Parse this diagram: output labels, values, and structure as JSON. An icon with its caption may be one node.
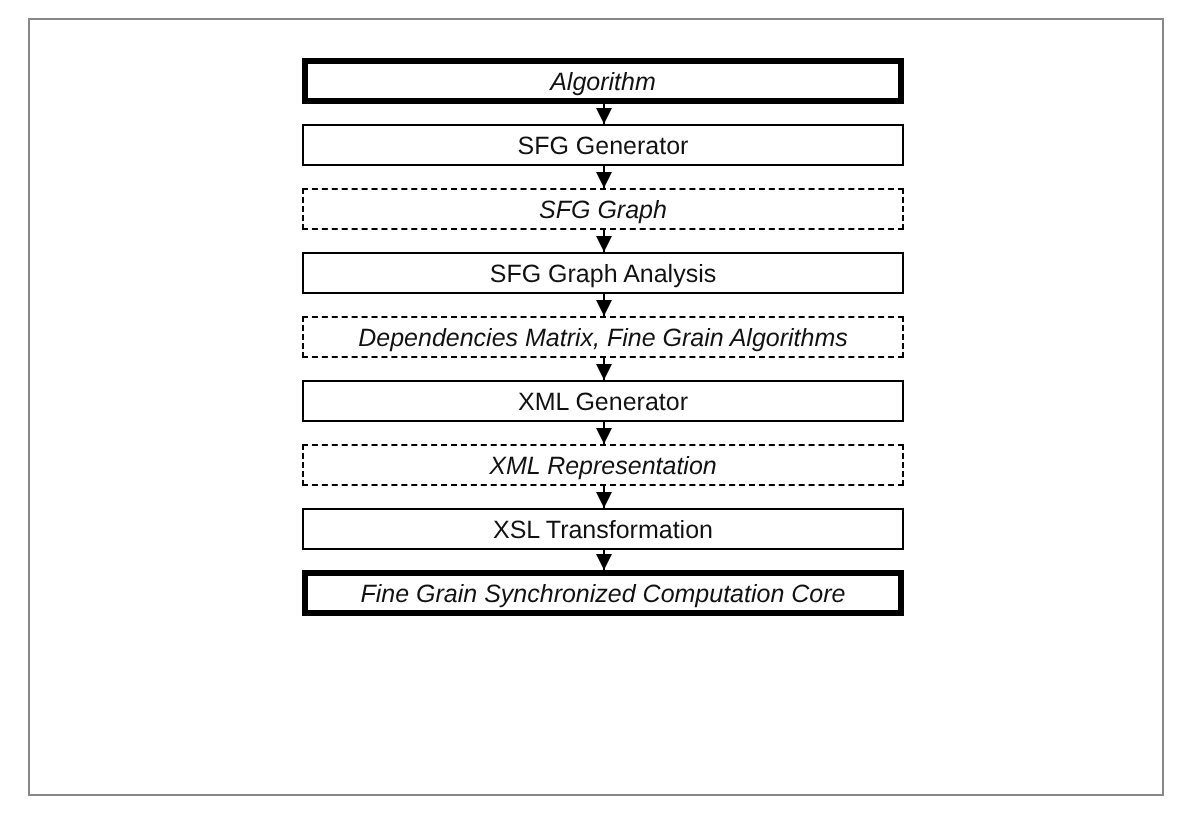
{
  "diagram": {
    "nodes": [
      {
        "text": [
          "Algorithm"
        ]
      },
      {
        "text": [
          "SFG Generator"
        ]
      },
      {
        "text": [
          "SFG Graph"
        ]
      },
      {
        "text": [
          "SFG Graph Analysis"
        ]
      },
      {
        "text": [
          "Dependencies Matrix, Fine Grain Algorithms"
        ]
      },
      {
        "text": [
          "XML Generator"
        ]
      },
      {
        "text": [
          "XML Representation"
        ]
      },
      {
        "text": [
          "XSL Transformation"
        ]
      },
      {
        "text": [
          "Fine Grain Synchronized Computation Core"
        ]
      }
    ],
    "edges": [
      {
        "from": 0,
        "to": 1,
        "arrow": "to"
      },
      {
        "from": 1,
        "to": 2,
        "arrow": "to"
      },
      {
        "from": 2,
        "to": 3,
        "arrow": "to"
      },
      {
        "from": 3,
        "to": 4,
        "arrow": "to"
      },
      {
        "from": 4,
        "to": 5,
        "arrow": "to"
      },
      {
        "from": 5,
        "to": 6,
        "arrow": "to"
      },
      {
        "from": 6,
        "to": 7,
        "arrow": "to"
      },
      {
        "from": 7,
        "to": 8,
        "arrow": "to"
      }
    ]
  }
}
